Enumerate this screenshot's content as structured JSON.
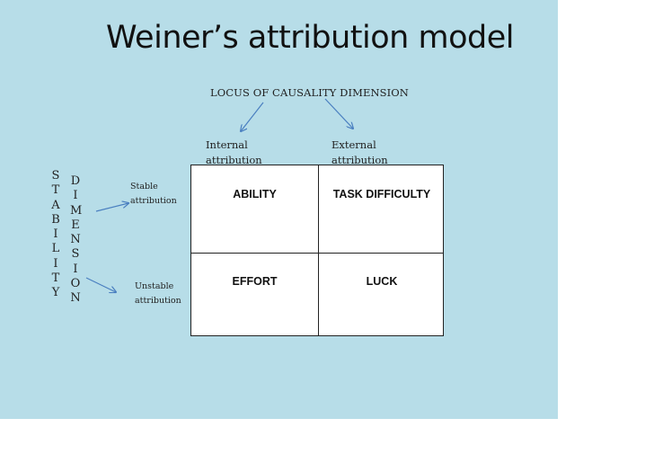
{
  "title": "Weiner’s attribution model",
  "locus_heading": "LOCUS OF CAUSALITY DIMENSION",
  "columns": [
    {
      "line1": "Internal",
      "line2": "attribution"
    },
    {
      "line1": "External",
      "line2": "attribution"
    }
  ],
  "stability_letters": [
    "S",
    "T",
    "A",
    "B",
    "I",
    "L",
    "I",
    "T",
    "Y"
  ],
  "dimension_letters": [
    "D",
    "I",
    "M",
    "E",
    "N",
    "S",
    "I",
    "O",
    "N"
  ],
  "rows": [
    {
      "line1": "Stable",
      "line2": "attribution"
    },
    {
      "line1": "Unstable",
      "line2": "attribution"
    }
  ],
  "cells": {
    "ability": "ABILITY",
    "task_difficulty": "TASK DIFFICULTY",
    "effort": "EFFORT",
    "luck": "LUCK"
  },
  "colors": {
    "background": "#b7dde8",
    "arrow": "#4a7fc0"
  }
}
